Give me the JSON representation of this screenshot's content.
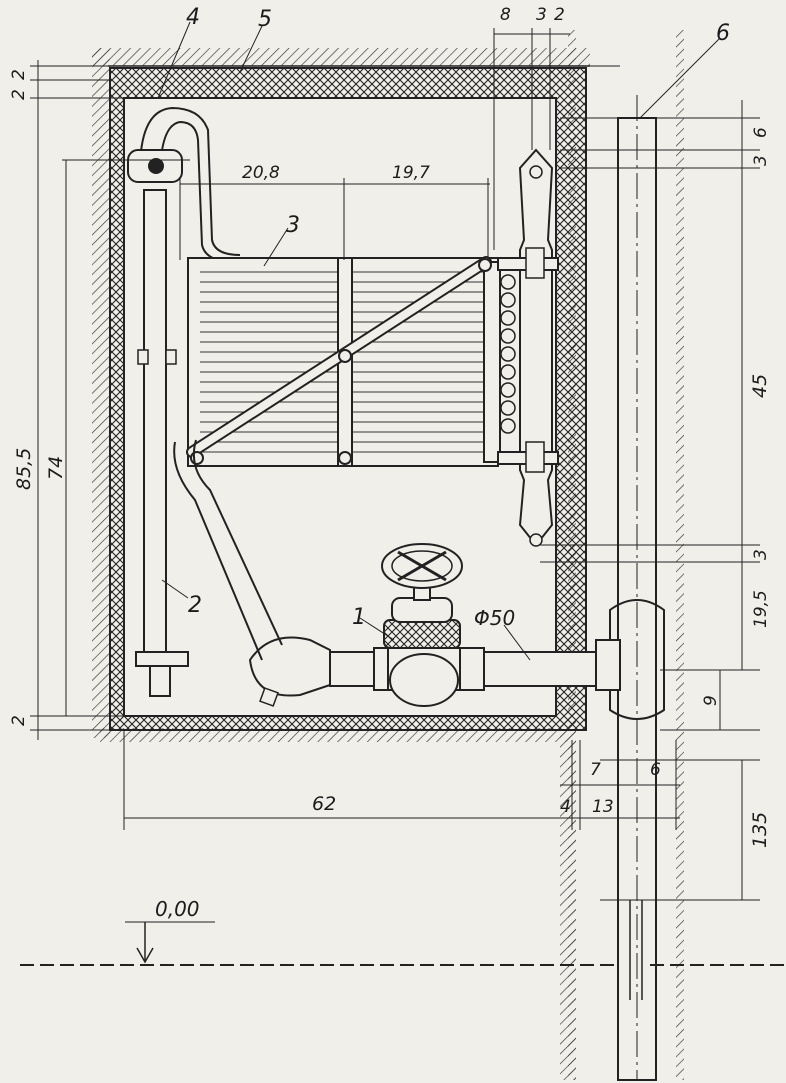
{
  "labels": {
    "callout_1": "1",
    "callout_2": "2",
    "callout_3": "3",
    "callout_4": "4",
    "callout_5": "5",
    "callout_6": "6",
    "pipe_diameter": "Φ50",
    "datum_level": "0,00"
  },
  "dimensions": {
    "top_right_8": "8",
    "top_right_3": "3",
    "top_right_2": "2",
    "left_2_a": "2",
    "left_2_b": "2",
    "left_2_bottom": "2",
    "left_85_5": "85,5",
    "left_74": "74",
    "horiz_20_8": "20,8",
    "horiz_19_7": "19,7",
    "right_6": "6",
    "right_3_top": "3",
    "right_45": "45",
    "right_3_mid": "3",
    "right_19_5": "19,5",
    "right_9": "9",
    "right_135": "135",
    "bottom_62": "62",
    "bottom_7": "7",
    "bottom_6": "6",
    "bottom_4": "4",
    "bottom_13": "13"
  },
  "colors": {
    "ink": "#222222",
    "paper": "#f1efea"
  }
}
